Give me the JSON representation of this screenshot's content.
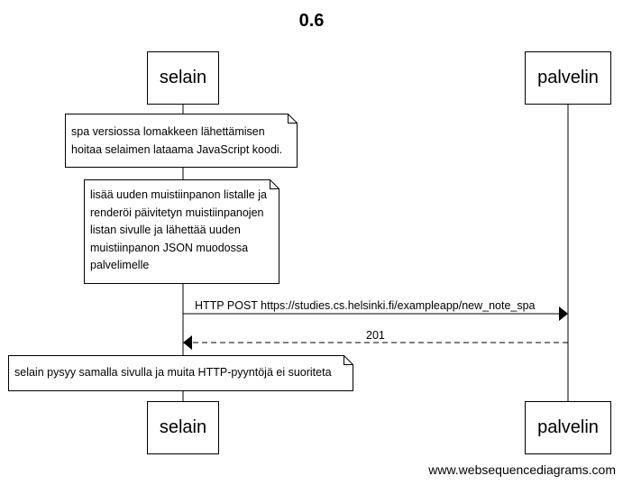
{
  "diagram": {
    "title": "0.6",
    "participants": [
      "selain",
      "palvelin"
    ],
    "notes": [
      {
        "lines": [
          "spa versiossa lomakkeen lähettämisen",
          "hoitaa selaimen lataama JavaScript koodi."
        ]
      },
      {
        "lines": [
          "lisää uuden muistiinpanon listalle ja",
          "renderöi päivitetyn muistiinpanojen",
          "listan sivulle ja lähettää uuden",
          "muistiinpanon JSON muodossa",
          "palvelimelle"
        ]
      },
      {
        "lines": [
          "selain pysyy samalla sivulla ja muita HTTP-pyyntöjä ei suoriteta"
        ]
      }
    ],
    "messages": [
      {
        "from": "selain",
        "to": "palvelin",
        "label": "HTTP POST https://studies.cs.helsinki.fi/exampleapp/new_note_spa",
        "style": "solid"
      },
      {
        "from": "palvelin",
        "to": "selain",
        "label": "201",
        "style": "dashed"
      }
    ],
    "watermark": "www.websequencediagrams.com"
  }
}
